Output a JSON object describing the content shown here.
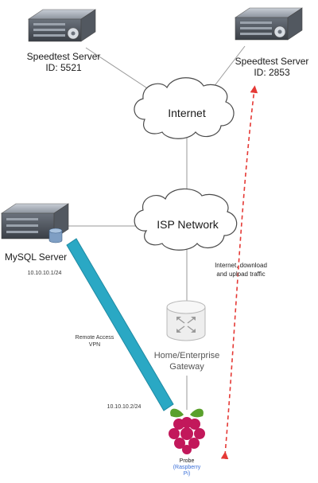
{
  "nodes": {
    "server_left": {
      "name": "Speedtest Server",
      "id": "ID: 5521"
    },
    "server_right": {
      "name": "Speedtest Server",
      "id": "ID: 2853"
    },
    "internet": "Internet",
    "isp": "ISP Network",
    "mysql": {
      "name": "MySQL Server",
      "ip": "10.10.10.1/24"
    },
    "gateway": {
      "line1": "Home/Enterprise",
      "line2": "Gateway"
    },
    "probe": {
      "line1": "Probe",
      "line2": "(Raspberry",
      "line3": "Pi)",
      "ip": "10.10.10.2/24"
    }
  },
  "links": {
    "vpn": {
      "line1": "Remote Access",
      "line2": "VPN"
    },
    "traffic": {
      "line1": "Internet, download",
      "line2": "and upload traffic"
    }
  },
  "colors": {
    "vpn_tunnel": "#2aa8c4",
    "traffic_arrow": "#e53935",
    "raspberry": "#c2185b",
    "leaf": "#5aa02c"
  }
}
